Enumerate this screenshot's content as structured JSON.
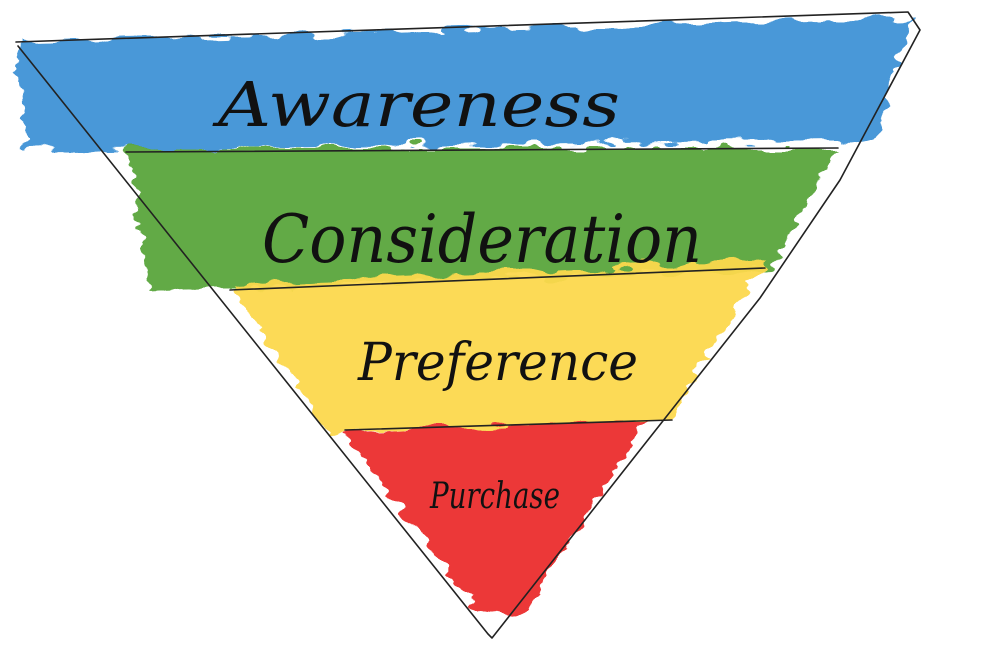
{
  "funnel": {
    "stages": [
      {
        "label": "Awareness",
        "color": "#3f93d6"
      },
      {
        "label": "Consideration",
        "color": "#5aa63e"
      },
      {
        "label": "Preference",
        "color": "#fcd94e"
      },
      {
        "label": "Purchase",
        "color": "#ec2f2f"
      }
    ],
    "outline_color": "#222222"
  }
}
